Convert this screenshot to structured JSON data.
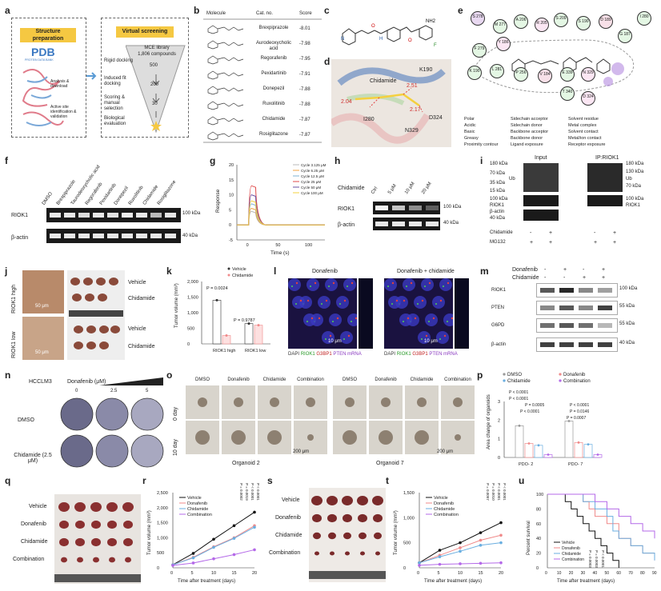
{
  "panels": [
    "a",
    "b",
    "c",
    "d",
    "e",
    "f",
    "g",
    "h",
    "i",
    "j",
    "k",
    "l",
    "m",
    "n",
    "o",
    "p",
    "q",
    "r",
    "s",
    "t",
    "u"
  ],
  "a": {
    "box1_title": "Structure preparation",
    "pdb": "PDB",
    "pdb_sub": "PROTEIN DATA BANK",
    "analysis": "Analysis & download",
    "active_site": "Active site identification & validation",
    "box2_title": "Virtual screening",
    "library": "MCE library",
    "library_count": "1,806 compounds",
    "steps": [
      "Rigid docking",
      "Induced fit docking",
      "Scoring & manual selection",
      "Biological evaluation"
    ],
    "funnel_numbers": [
      "500",
      "200",
      "30"
    ]
  },
  "b": {
    "headers": [
      "Molecule",
      "Cat. no.",
      "Score"
    ],
    "rows": [
      [
        "Brexpiprazole",
        "-8.01"
      ],
      [
        "Aurodeoxycholic acid",
        "-7.98"
      ],
      [
        "Regorafenib",
        "-7.95"
      ],
      [
        "Pexidartinib",
        "-7.91"
      ],
      [
        "Donepezil",
        "-7.88"
      ],
      [
        "Ruxolitinib",
        "-7.88"
      ],
      [
        "Chidamide",
        "-7.87"
      ],
      [
        "Rosiglitazone",
        "-7.87"
      ]
    ]
  },
  "c": {
    "nh2": "NH2",
    "f": "F",
    "n": "N",
    "o": "O",
    "h": "H"
  },
  "d": {
    "labels": [
      "K190",
      "Chidamide",
      "2.51",
      "2.04",
      "2.17",
      "I280",
      "D324",
      "N329"
    ]
  },
  "e": {
    "residues": [
      "S 278",
      "M 277",
      "A 206",
      "R 205",
      "S 209",
      "S 190",
      "D 189",
      "I 280",
      "F 279",
      "Y 186",
      "G 187",
      "K 190",
      "L 281",
      "P 256",
      "V 184",
      "E 339",
      "N 329",
      "T 340",
      "D 324"
    ],
    "legend": [
      "Polar",
      "Acidic",
      "Basic",
      "Greasy",
      "Proximity contour",
      "Sidechain acceptor",
      "Sidechain donor",
      "Backbone acceptor",
      "Backbone donor",
      "Ligand exposure",
      "Solvent residue",
      "Metal complex",
      "Solvent contact",
      "Metal/ion contact",
      "Receptor exposure"
    ]
  },
  "f": {
    "lanes": [
      "DMSO",
      "Brexpiprazole",
      "Taurodeoxycholic acid",
      "Regorafenib",
      "Pexidartinib",
      "Donepezil",
      "Ruxolitinib",
      "Chidamide",
      "Rosiglitazone"
    ],
    "rows": [
      "RIOK1",
      "β-actin"
    ],
    "kda": [
      "100 kDa",
      "40 kDa"
    ]
  },
  "g": {
    "ylabel": "Response",
    "xlabel": "Time (s)",
    "yticks": [
      "20",
      "15",
      "10",
      "5",
      "0",
      "-5"
    ],
    "xticks": [
      "0",
      "50",
      "100"
    ],
    "legend": [
      "Cycle 3.125 μM",
      "Cycle 6.25 μM",
      "Cycle 12.5 μM",
      "Cycle 25 μM",
      "Cycle 50 μM",
      "Cycle 100 μM"
    ],
    "colors": [
      "#b8b8b8",
      "#f1a340",
      "#7fb3d5",
      "#e04a4a",
      "#6a51a3",
      "#f4d03f"
    ]
  },
  "h": {
    "treat": "Chidamide",
    "lanes": [
      "Ctrl",
      "5 μM",
      "10 μM",
      "20 μM"
    ],
    "rows": [
      "RIOK1",
      "β-actin"
    ],
    "kda": [
      "100 kDa",
      "40 kDa"
    ]
  },
  "i": {
    "groups": [
      "Input",
      "IP:RIOK1"
    ],
    "left_kda": [
      "180 kDa",
      "70 kDa",
      "35 kDa",
      "15 kDa",
      "100 kDa",
      "40 kDa"
    ],
    "ub": "Ub",
    "right_kda": [
      "180 kDa",
      "130 kDa",
      "70 kDa",
      "100 kDa"
    ],
    "riok1": "RIOK1",
    "bactin": "β-actin",
    "treat_rows": [
      "Chidamide",
      "MG132"
    ],
    "signs": [
      "-",
      "+",
      "-",
      "+"
    ],
    "mg_signs": [
      "+",
      "+",
      "+",
      "+"
    ]
  },
  "j": {
    "row_labels": [
      "RIOK1 high",
      "RIOK1 low"
    ],
    "scale": "50 μm",
    "groups": [
      "Vehicle",
      "Chidamide",
      "Vehicle",
      "Chidamide"
    ]
  },
  "k": {
    "ylabel": "Tumor volume (mm³)",
    "yticks": [
      "2,000",
      "1,500",
      "1,000",
      "500",
      "0"
    ],
    "categories": [
      "RIOK1 high",
      "RIOK1 low"
    ],
    "legend": [
      "Vehicle",
      "Chidamide"
    ],
    "pvals": [
      "P = 0.0024",
      "P = 0.9787"
    ]
  },
  "l": {
    "titles": [
      "Donafenib",
      "Donafenib + chidamide"
    ],
    "scale": "10 μm",
    "legend": [
      "DAPI",
      "RIOK1",
      "G3BP1",
      "PTEN mRNA"
    ]
  },
  "m": {
    "treat": [
      "Donafenib",
      "Chidamide"
    ],
    "donafenib_signs": [
      "-",
      "+",
      "-",
      "+"
    ],
    "chidamide_signs": [
      "-",
      "-",
      "+",
      "+"
    ],
    "rows": [
      "RIOK1",
      "PTEN",
      "G6PD",
      "β-actin"
    ],
    "kda": [
      "100 kDa",
      "55 kDa",
      "55 kDa",
      "40 kDa"
    ]
  },
  "n": {
    "cell": "HCCLM3",
    "treat": "Donafenib (μM)",
    "cols": [
      "0",
      "2.5",
      "5"
    ],
    "rows": [
      "DMSO",
      "Chidamide (2.5 μM)"
    ]
  },
  "o": {
    "cols": [
      "DMSO",
      "Donafenib",
      "Chidamide",
      "Combination",
      "DMSO",
      "Donafenib",
      "Chidamide",
      "Combination"
    ],
    "rows": [
      "0 day",
      "10 day"
    ],
    "footers": [
      "Organoid 2",
      "Organoid 7"
    ],
    "scale": "200 μm"
  },
  "p": {
    "legend": [
      "DMSO",
      "Donafenib",
      "Chidamide",
      "Combination"
    ],
    "ylabel": "Area change of organoids",
    "yticks": [
      "3",
      "2",
      "1",
      "0"
    ],
    "categories": [
      "PDO- 2",
      "PDO- 7"
    ],
    "pvals": [
      "P < 0.0001",
      "P < 0.0001",
      "P = 0.0005",
      "P < 0.0001",
      "P < 0.0001",
      "P = 0.0146",
      "P = 0.0007"
    ]
  },
  "q": {
    "rows": [
      "Vehicle",
      "Donafenib",
      "Chidamide",
      "Combination"
    ]
  },
  "r": {
    "ylabel": "Tumor volume (mm³)",
    "xlabel": "Time after treatment (days)",
    "yticks": [
      "2,500",
      "2,000",
      "1,500",
      "1,000",
      "500",
      "0"
    ],
    "xticks": [
      "0",
      "5",
      "10",
      "15",
      "20"
    ],
    "legend": [
      "Vehicle",
      "Donafenib",
      "Chidamide",
      "Combination"
    ],
    "pvals": [
      "P = 0.0002",
      "P = 0.0019",
      "P < 0.0001",
      "P < 0.0001"
    ]
  },
  "s": {
    "rows": [
      "Vehicle",
      "Donafenib",
      "Chidamide",
      "Combination"
    ]
  },
  "t": {
    "ylabel": "Tumor volume (mm³)",
    "xlabel": "Time after treatment (days)",
    "yticks": [
      "1,500",
      "1,000",
      "500",
      "0"
    ],
    "xticks": [
      "0",
      "5",
      "10",
      "15",
      "20"
    ],
    "legend": [
      "Vehicle",
      "Donafenib",
      "Chidamide",
      "Combination"
    ],
    "pvals": [
      "P = 0.0097",
      "P = 0.0010",
      "P < 0.0001",
      "P < 0.0001"
    ]
  },
  "u": {
    "ylabel": "Percent survival",
    "xlabel": "Time after treatment (days)",
    "yticks": [
      "100",
      "80",
      "60",
      "40",
      "20",
      "0"
    ],
    "xticks": [
      "0",
      "10",
      "20",
      "30",
      "40",
      "50",
      "60",
      "70",
      "80",
      "90"
    ],
    "legend": [
      "Vehicle",
      "Donafenib",
      "Chidamide",
      "Combination"
    ],
    "pvals": [
      "P = 0.0003",
      "P = 0.0003",
      "P < 0.0001"
    ]
  },
  "colors": {
    "vehicle": "#111111",
    "donafenib": "#f08a8a",
    "chidamide": "#6aaee0",
    "combination": "#b469e8",
    "gold": "#f5c842"
  },
  "chart_data": [
    {
      "id": "g",
      "type": "line",
      "x": [
        -10,
        0,
        12,
        25
      ],
      "series": [
        {
          "name": "Cycle 3.125 μM",
          "values": [
            0,
            4.5,
            4,
            0
          ]
        },
        {
          "name": "Cycle 6.25 μM",
          "values": [
            0,
            5.5,
            5,
            0
          ]
        },
        {
          "name": "Cycle 12.5 μM",
          "values": [
            0,
            7,
            6.5,
            0
          ]
        },
        {
          "name": "Cycle 25 μM",
          "values": [
            0,
            13,
            12.5,
            0
          ]
        },
        {
          "name": "Cycle 50 μM",
          "values": [
            0,
            10,
            9.5,
            0
          ]
        },
        {
          "name": "Cycle 100 μM",
          "values": [
            0,
            8,
            7.5,
            0
          ]
        }
      ],
      "ylim": [
        -5,
        20
      ],
      "xlim": [
        -20,
        130
      ]
    },
    {
      "id": "k",
      "type": "bar",
      "categories": [
        "RIOK1 high",
        "RIOK1 low"
      ],
      "series": [
        {
          "name": "Vehicle",
          "values": [
            1400,
            650
          ]
        },
        {
          "name": "Chidamide",
          "values": [
            270,
            600
          ]
        }
      ],
      "ylim": [
        0,
        2000
      ]
    },
    {
      "id": "p",
      "type": "bar",
      "categories": [
        "PDO- 2",
        "PDO- 7"
      ],
      "series": [
        {
          "name": "DMSO",
          "values": [
            1.7,
            1.95
          ]
        },
        {
          "name": "Donafenib",
          "values": [
            0.75,
            0.8
          ]
        },
        {
          "name": "Chidamide",
          "values": [
            0.65,
            0.7
          ]
        },
        {
          "name": "Combination",
          "values": [
            0.15,
            0.15
          ]
        }
      ],
      "ylim": [
        0,
        3
      ]
    },
    {
      "id": "r",
      "type": "line",
      "x": [
        0,
        5,
        10,
        15,
        20
      ],
      "series": [
        {
          "name": "Vehicle",
          "values": [
            100,
            480,
            950,
            1400,
            1850
          ]
        },
        {
          "name": "Donafenib",
          "values": [
            100,
            350,
            700,
            1000,
            1400
          ]
        },
        {
          "name": "Chidamide",
          "values": [
            100,
            330,
            680,
            980,
            1350
          ]
        },
        {
          "name": "Combination",
          "values": [
            80,
            160,
            300,
            440,
            600
          ]
        }
      ],
      "ylim": [
        0,
        2500
      ]
    },
    {
      "id": "t",
      "type": "line",
      "x": [
        0,
        5,
        10,
        15,
        20
      ],
      "series": [
        {
          "name": "Vehicle",
          "values": [
            100,
            350,
            500,
            700,
            900
          ]
        },
        {
          "name": "Donafenib",
          "values": [
            100,
            250,
            400,
            550,
            650
          ]
        },
        {
          "name": "Chidamide",
          "values": [
            100,
            220,
            330,
            450,
            500
          ]
        },
        {
          "name": "Combination",
          "values": [
            50,
            70,
            80,
            90,
            100
          ]
        }
      ],
      "ylim": [
        0,
        1500
      ]
    },
    {
      "id": "u",
      "type": "line",
      "series": [
        {
          "name": "Vehicle",
          "x": [
            0,
            10,
            15,
            20,
            25,
            30,
            35,
            40,
            45,
            50,
            55,
            60
          ],
          "values": [
            100,
            100,
            90,
            80,
            70,
            60,
            50,
            40,
            30,
            20,
            10,
            0
          ]
        },
        {
          "name": "Donafenib",
          "x": [
            0,
            20,
            30,
            35,
            40,
            50,
            60,
            70,
            80,
            90
          ],
          "values": [
            100,
            100,
            90,
            80,
            70,
            60,
            40,
            30,
            20,
            10
          ]
        },
        {
          "name": "Chidamide",
          "x": [
            0,
            20,
            30,
            40,
            50,
            55,
            60,
            70,
            80,
            90
          ],
          "values": [
            100,
            100,
            90,
            80,
            70,
            50,
            40,
            30,
            20,
            10
          ]
        },
        {
          "name": "Combination",
          "x": [
            0,
            30,
            40,
            50,
            60,
            70,
            80,
            90
          ],
          "values": [
            100,
            100,
            90,
            80,
            70,
            60,
            50,
            40
          ]
        }
      ],
      "ylim": [
        0,
        100
      ],
      "xlim": [
        0,
        90
      ]
    }
  ]
}
